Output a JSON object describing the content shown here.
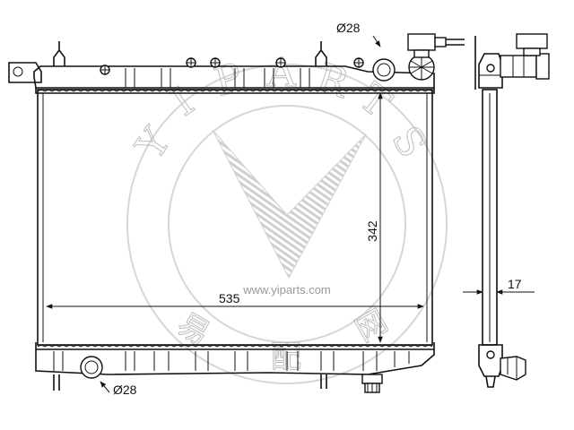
{
  "dimensions": {
    "width": "535",
    "height": "342",
    "depth": "17",
    "top_port": "Ø28",
    "bottom_port": "Ø28"
  },
  "watermark": {
    "url": "www.yiparts.com",
    "brand_letters": [
      "Y",
      "I",
      "P",
      "A",
      "R",
      "T",
      "S"
    ],
    "cjk_chars": [
      "易",
      "配",
      "网"
    ]
  },
  "colors": {
    "line": "#111111",
    "watermark": "#bdbdbd"
  }
}
